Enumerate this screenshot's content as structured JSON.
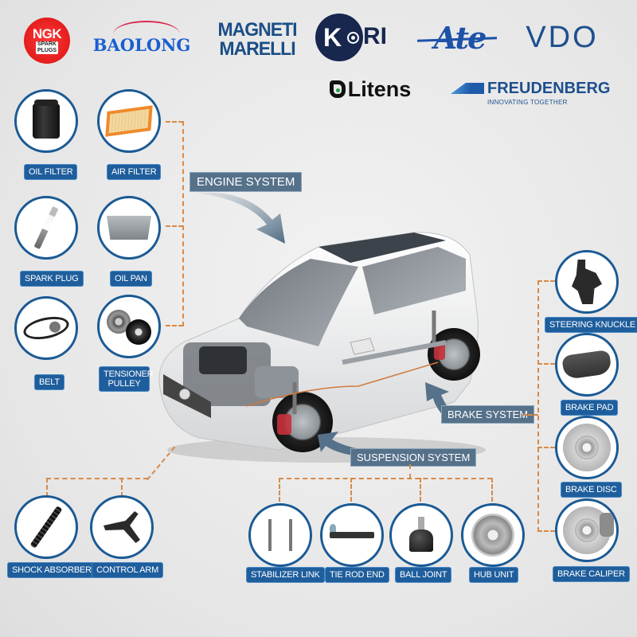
{
  "brands": [
    {
      "name": "NGK",
      "line1": "NGK",
      "line2": "SPARK",
      "line3": "PLUGS",
      "color": "#e41d1d"
    },
    {
      "name": "BAOLONG",
      "text": "BAOLONG",
      "color": "#1a5fd0"
    },
    {
      "name": "MAGNETI MARELLI",
      "line1": "MAGNETI",
      "line2": "MARELLI",
      "color": "#1a4e86"
    },
    {
      "name": "KORI",
      "k": "K",
      "ri": "RI",
      "color": "#17274e"
    },
    {
      "name": "ATE",
      "text": "Ate",
      "color": "#1d52a8"
    },
    {
      "name": "VDO",
      "text": "VDO",
      "color": "#1e4f8e"
    },
    {
      "name": "Litens",
      "text": "Litens",
      "color": "#111111"
    },
    {
      "name": "FREUDENBERG",
      "text": "FREUDENBERG",
      "tagline": "INNOVATING TOGETHER",
      "color": "#1d4f8e"
    }
  ],
  "systems": {
    "engine": {
      "label": "ENGINE SYSTEM"
    },
    "brake": {
      "label": "BRAKE SYSTEM"
    },
    "suspension": {
      "label": "SUSPENSION SYSTEM"
    }
  },
  "engine_parts": [
    {
      "label": "OIL FILTER",
      "icon": "oil-filter-icon"
    },
    {
      "label": "AIR FILTER",
      "icon": "air-filter-icon"
    },
    {
      "label": "SPARK PLUG",
      "icon": "spark-plug-icon"
    },
    {
      "label": "OIL PAN",
      "icon": "oil-pan-icon"
    },
    {
      "label": "BELT",
      "icon": "belt-icon"
    },
    {
      "label": "TENSIONER PULLEY",
      "icon": "tensioner-pulley-icon"
    }
  ],
  "chassis_parts": [
    {
      "label": "SHOCK ABSORBER",
      "icon": "shock-absorber-icon"
    },
    {
      "label": "CONTROL ARM",
      "icon": "control-arm-icon"
    }
  ],
  "suspension_parts": [
    {
      "label": "STABILIZER LINK",
      "icon": "stabilizer-link-icon"
    },
    {
      "label": "TIE ROD END",
      "icon": "tie-rod-end-icon"
    },
    {
      "label": "BALL JOINT",
      "icon": "ball-joint-icon"
    },
    {
      "label": "HUB UNIT",
      "icon": "hub-unit-icon"
    }
  ],
  "brake_parts": [
    {
      "label": "STEERING KNUCKLE",
      "icon": "steering-knuckle-icon"
    },
    {
      "label": "BRAKE PAD",
      "icon": "brake-pad-icon"
    },
    {
      "label": "BRAKE DISC",
      "icon": "brake-disc-icon"
    },
    {
      "label": "BRAKE CALIPER",
      "icon": "brake-caliper-icon"
    }
  ],
  "colors": {
    "label_bg": "#1f5e9c",
    "circle_border": "#1a5a94",
    "connector": "#d88a47",
    "callout_bg": "#56718a"
  }
}
